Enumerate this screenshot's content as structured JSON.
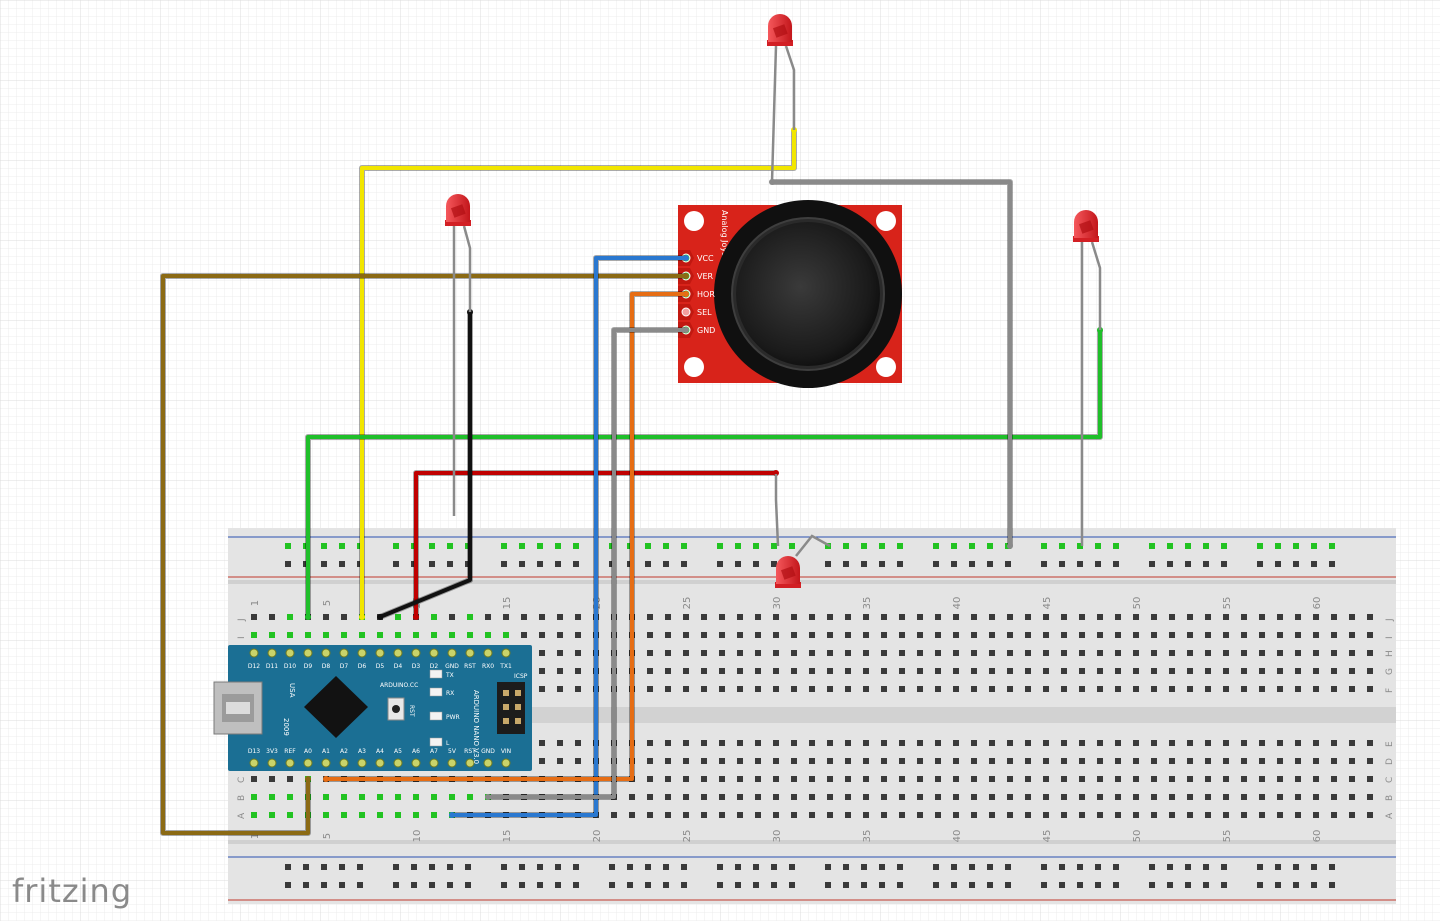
{
  "app": {
    "brand": "fritzing"
  },
  "breadboard": {
    "column_numbers_top": [
      "1",
      "5",
      "10",
      "15",
      "20",
      "25",
      "30",
      "35",
      "40",
      "45",
      "50",
      "55",
      "60"
    ],
    "row_letters_top": [
      "J",
      "I",
      "H",
      "G",
      "F"
    ],
    "row_letters_bottom": [
      "E",
      "D",
      "C",
      "B",
      "A"
    ],
    "colors": {
      "body": "#e4e4e4",
      "rail_red": "#c0392b",
      "rail_blue": "#2a4fb0",
      "hole": "#3a3a3a",
      "active_hole": "#22c322"
    }
  },
  "arduino": {
    "board_color": "#1b6f94",
    "top_pins": [
      "D12",
      "D11",
      "D10",
      "D9",
      "D8",
      "D7",
      "D6",
      "D5",
      "D4",
      "D3",
      "D2",
      "GND",
      "RST",
      "RX0",
      "TX1"
    ],
    "bottom_pins": [
      "D13",
      "3V3",
      "REF",
      "A0",
      "A1",
      "A2",
      "A3",
      "A4",
      "A5",
      "A6",
      "A7",
      "5V",
      "RST",
      "GND",
      "VIN"
    ],
    "usb_label": "USA",
    "year_label": "2009",
    "brand_label": "ARDUINO.CC",
    "model_label": "ARDUINO NANO V3.0",
    "icsp_label": "ICSP",
    "button_label": "RST",
    "led_labels": [
      "TX",
      "RX",
      "PWR",
      "L"
    ]
  },
  "joystick": {
    "board_color": "#d8231a",
    "title": "Analog Joystick",
    "pins": [
      "VCC",
      "VER",
      "HOR",
      "SEL",
      "GND"
    ]
  },
  "wires": {
    "yellow": "#f2e600",
    "brown": "#8b6a14",
    "green": "#1fbf2a",
    "red": "#c00000",
    "black": "#111111",
    "blue": "#2a78d0",
    "orange": "#e66d14",
    "gray": "#8a8a8a"
  },
  "leds": {
    "color": "#e8252a",
    "count": 4
  }
}
